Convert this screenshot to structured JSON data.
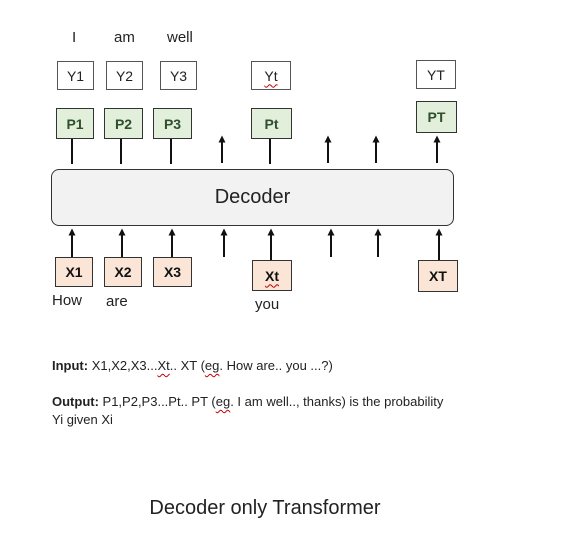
{
  "output_words": [
    "I",
    "am",
    "well"
  ],
  "y_boxes": [
    "Y1",
    "Y2",
    "Y3",
    "Yt",
    "YT"
  ],
  "p_boxes": [
    "P1",
    "P2",
    "P3",
    "Pt",
    "PT"
  ],
  "decoder_label": "Decoder",
  "x_boxes": [
    "X1",
    "X2",
    "X3",
    "Xt",
    "XT"
  ],
  "input_words": [
    "How",
    "are",
    "you"
  ],
  "description": {
    "input_label": "Input:",
    "input_text_a": " X1,X2,X3...",
    "input_text_xt": "Xt",
    "input_text_b": ".. XT  (",
    "input_eg": "eg",
    "input_text_c": ". How are.. you ...?)",
    "output_label": "Output:",
    "output_text_a": " P1,P2,P3...Pt.. PT  (",
    "output_eg": "eg",
    "output_text_b": ". I am well.., thanks) is the probability",
    "output_line2": "Yi given Xi"
  },
  "caption": "Decoder only Transformer",
  "colors": {
    "p_fill": "#e2efda",
    "x_fill": "#fbe5d6",
    "decoder_fill": "#f2f2f2"
  }
}
